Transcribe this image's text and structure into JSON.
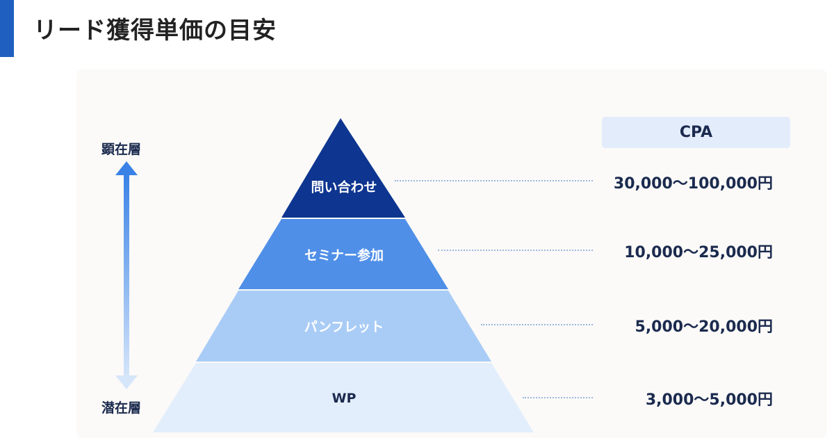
{
  "title": "リード獲得単価の目安",
  "axis": {
    "top_label": "顕在層",
    "bottom_label": "潜在層"
  },
  "cpa_header": "CPA",
  "tiers": [
    {
      "label": "問い合わせ",
      "cpa": "30,000〜100,000円",
      "color": "#0e3590",
      "text_color": "#ffffff"
    },
    {
      "label": "セミナー参加",
      "cpa": "10,000〜25,000円",
      "color": "#4f8fe8",
      "text_color": "#ffffff"
    },
    {
      "label": "パンフレット",
      "cpa": "5,000〜20,000円",
      "color": "#a9ccf6",
      "text_color": "#ffffff"
    },
    {
      "label": "WP",
      "cpa": "3,000〜5,000円",
      "color": "#e3eefc",
      "text_color": "#1b2a4e"
    }
  ],
  "colors": {
    "accent": "#1f5fbf",
    "arrow_top": "#3a82e6",
    "arrow_bottom": "#d6e6fa"
  }
}
